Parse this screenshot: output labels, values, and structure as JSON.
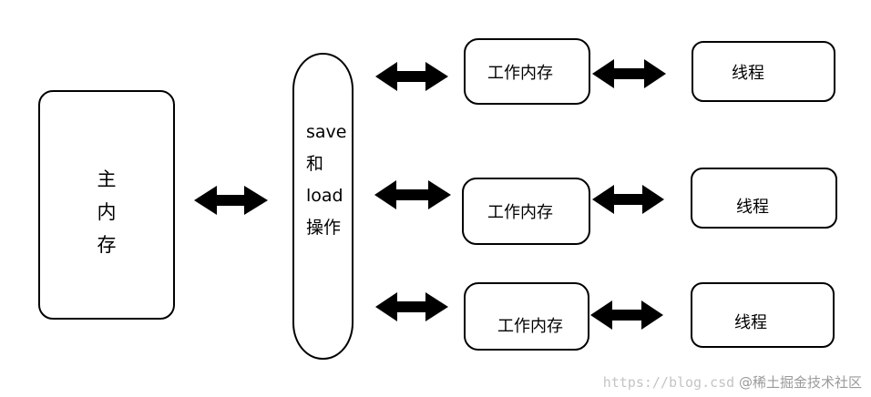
{
  "main_memory": {
    "chars": [
      "主",
      "内",
      "存"
    ]
  },
  "save_load": {
    "lines": [
      "save",
      "和",
      "load",
      "操作"
    ]
  },
  "working_memories": [
    "工作内存",
    "工作内存",
    "工作内存"
  ],
  "threads": [
    "线程",
    "线程",
    "线程"
  ],
  "watermark": {
    "url": "https://blog.csd",
    "brand": "@稀土掘金技术社区"
  }
}
